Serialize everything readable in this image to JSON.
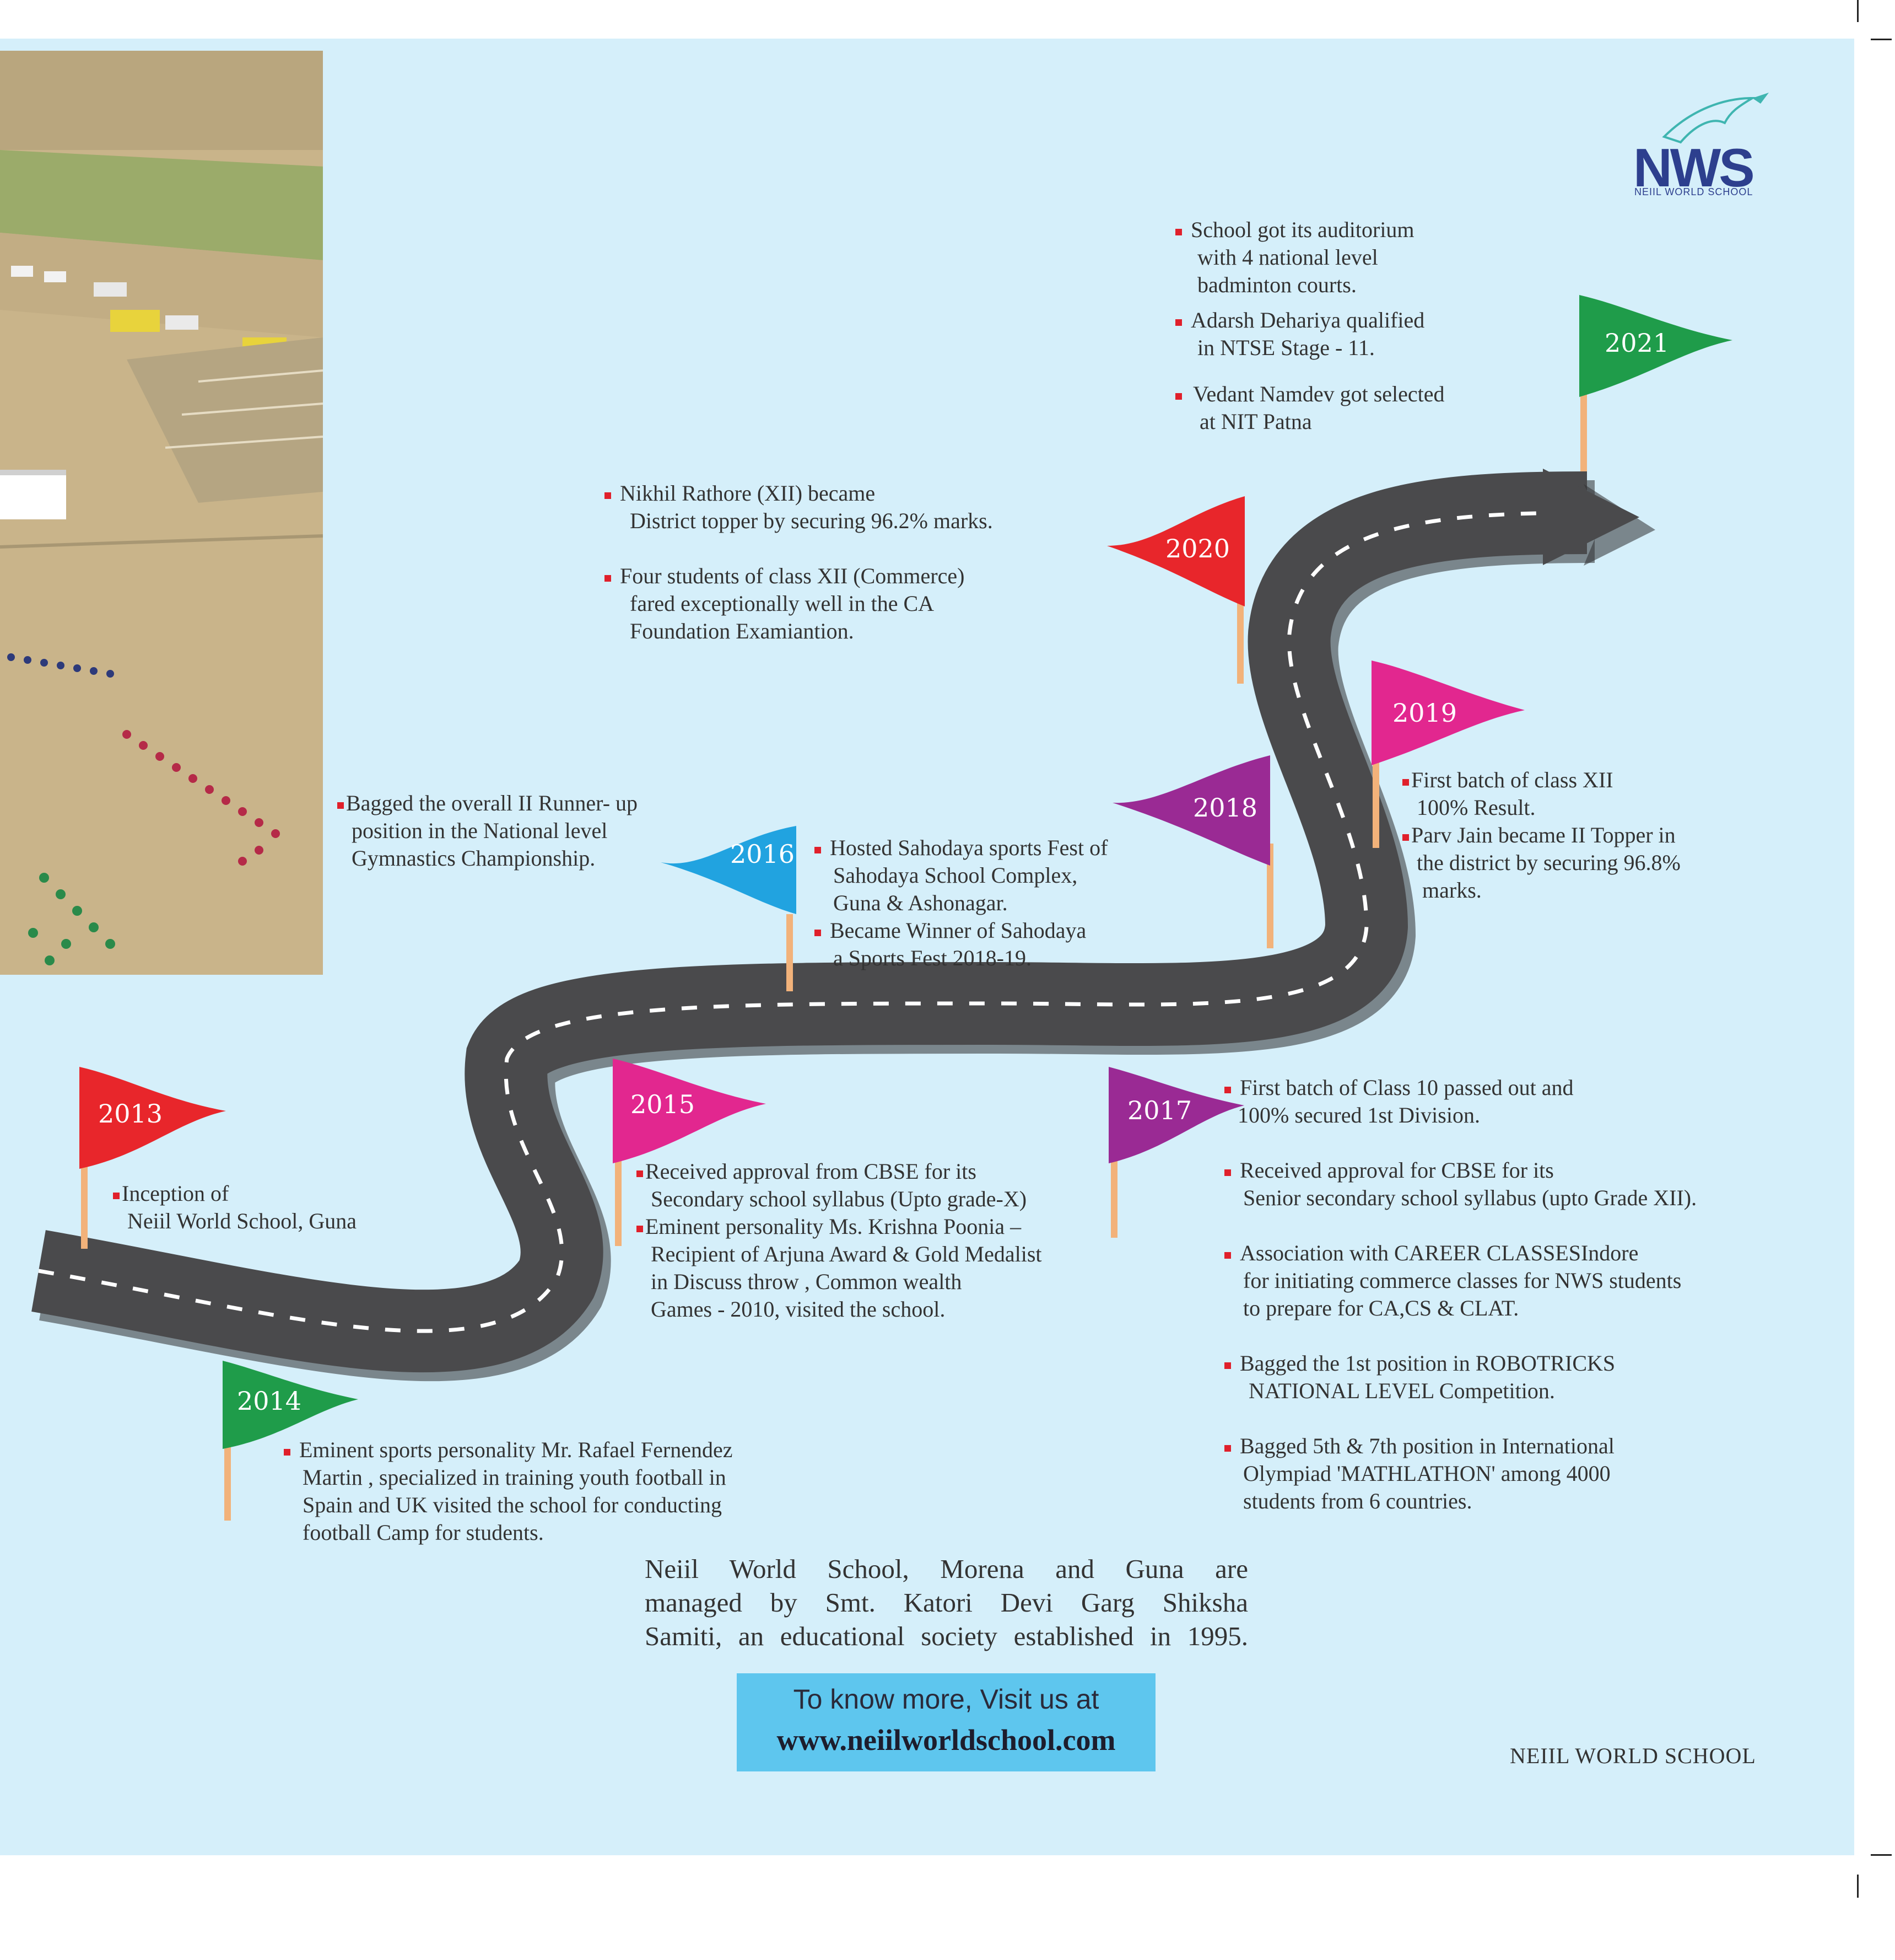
{
  "brand": {
    "logo_text": "NWS",
    "logo_subtext": "NEIIL WORLD SCHOOL",
    "footer": "NEIIL WORLD SCHOOL"
  },
  "colors": {
    "background": "#d5effa",
    "road": "#4a4a4c",
    "bullet": "#e0202b",
    "cta": "#5ec6ee"
  },
  "timeline": [
    {
      "year": "2013",
      "color": "#e8262b",
      "lines": [
        "Inception of",
        "Neiil World School, Guna"
      ]
    },
    {
      "year": "2014",
      "color": "#1f9c4a",
      "lines": [
        "Eminent sports personality Mr. Rafael Fernendez",
        "Martin , specialized in training youth football in",
        "Spain and UK visited the school for conducting",
        "football Camp for students."
      ]
    },
    {
      "year": "2015",
      "color": "#e2278f",
      "items": [
        [
          "Received approval from CBSE for its",
          "Secondary school syllabus (Upto grade-X)"
        ],
        [
          "Eminent personality Ms. Krishna Poonia –",
          "Recipient of Arjuna Award & Gold Medalist",
          "in Discuss throw , Common wealth",
          "Games   - 2010, visited the school."
        ]
      ]
    },
    {
      "year": "2016",
      "color": "#21a3e0",
      "items": [
        [
          "Bagged the overall II Runner- up",
          "position in the National level",
          "Gymnastics Championship."
        ],
        [
          "Hosted Sahodaya sports Fest of",
          "Sahodaya School Complex,",
          "Guna & Ashonagar."
        ],
        [
          "Became Winner of Sahodaya",
          "a Sports Fest 2018-19."
        ]
      ]
    },
    {
      "year": "2017",
      "color": "#9a2a94",
      "items": [
        [
          "First batch of Class 10 passed out and",
          "100% secured 1st Division."
        ],
        [
          "Received approval for CBSE for its",
          "Senior secondary school syllabus (upto Grade XII)."
        ],
        [
          "Association with CAREER CLASSESIndore",
          "for initiating commerce classes for NWS students",
          "to prepare for CA,CS & CLAT."
        ],
        [
          "Bagged the 1st position in ROBOTRICKS",
          " NATIONAL LEVEL Competition."
        ],
        [
          "Bagged 5th & 7th position in International",
          "Olympiad 'MATHLATHON' among 4000",
          "students from 6 countries."
        ]
      ]
    },
    {
      "year": "2018",
      "color": "#9a2a94"
    },
    {
      "year": "2019",
      "color": "#e2278f",
      "items": [
        [
          "First batch of class XII",
          "100% Result."
        ],
        [
          "Parv Jain became II Topper in",
          "the district by securing 96.8%",
          " marks."
        ]
      ]
    },
    {
      "year": "2020",
      "color": "#e8262b",
      "items": [
        [
          "Nikhil Rathore (XII) became",
          "District topper by securing 96.2% marks."
        ],
        [
          "Four students of class XII (Commerce)",
          "fared exceptionally well in the CA",
          "Foundation Examiantion."
        ]
      ]
    },
    {
      "year": "2021",
      "color": "#1f9c4a",
      "items": [
        [
          "School got its auditorium",
          "with 4 national level",
          "badminton courts."
        ],
        [
          "Adarsh Dehariya qualified",
          "in NTSE Stage - 11."
        ],
        [
          "Vedant Namdev got selected",
          "at NIT Patna"
        ]
      ]
    }
  ],
  "closing": {
    "lines": [
      "Neiil World School, Morena and Guna are",
      "managed by Smt. Katori Devi Garg Shiksha",
      "Samiti, an educational society established in 1995."
    ]
  },
  "cta": {
    "line1": "To know more, Visit us at",
    "url": "www.neiilworldschool.com"
  }
}
